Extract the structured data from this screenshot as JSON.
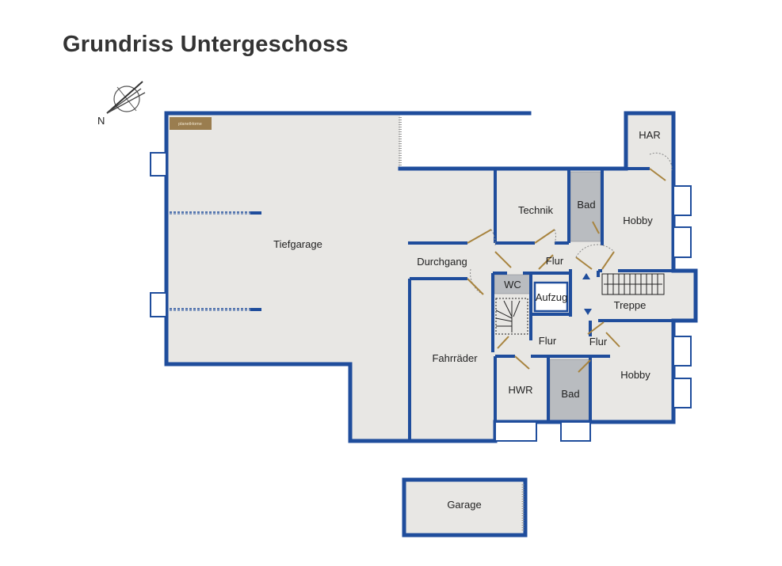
{
  "title": "Grundriss Untergeschoss",
  "compass": {
    "label": "N"
  },
  "logo": {
    "text": "planetHome"
  },
  "colors": {
    "wall": "#1f4d9c",
    "floor": "#e8e7e4",
    "tile": "#b9bcc0",
    "logo": "#9a7d4f"
  },
  "rooms": {
    "tiefgarage": "Tiefgarage",
    "durchgang": "Durchgang",
    "technik": "Technik",
    "bad_upper": "Bad",
    "har": "HAR",
    "hobby_upper": "Hobby",
    "flur_upper": "Flur",
    "wc": "WC",
    "aufzug": "Aufzug",
    "treppe": "Treppe",
    "flur_middle": "Flur",
    "flur_right": "Flur",
    "fahrraeder": "Fahrräder",
    "hwr": "HWR",
    "bad_lower": "Bad",
    "hobby_lower": "Hobby",
    "garage": "Garage"
  }
}
